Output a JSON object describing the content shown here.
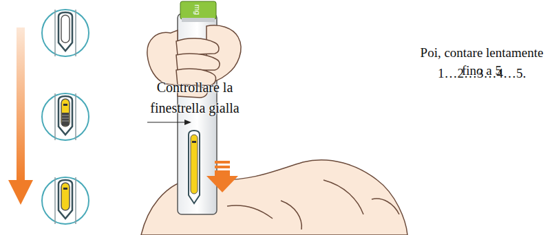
{
  "diagram": {
    "labels": [
      "Controllare la finestrella gialla",
      "Poi, contare lentamente fino a 5",
      "1…2…3…4…5.",
      "mg"
    ]
  }
}
